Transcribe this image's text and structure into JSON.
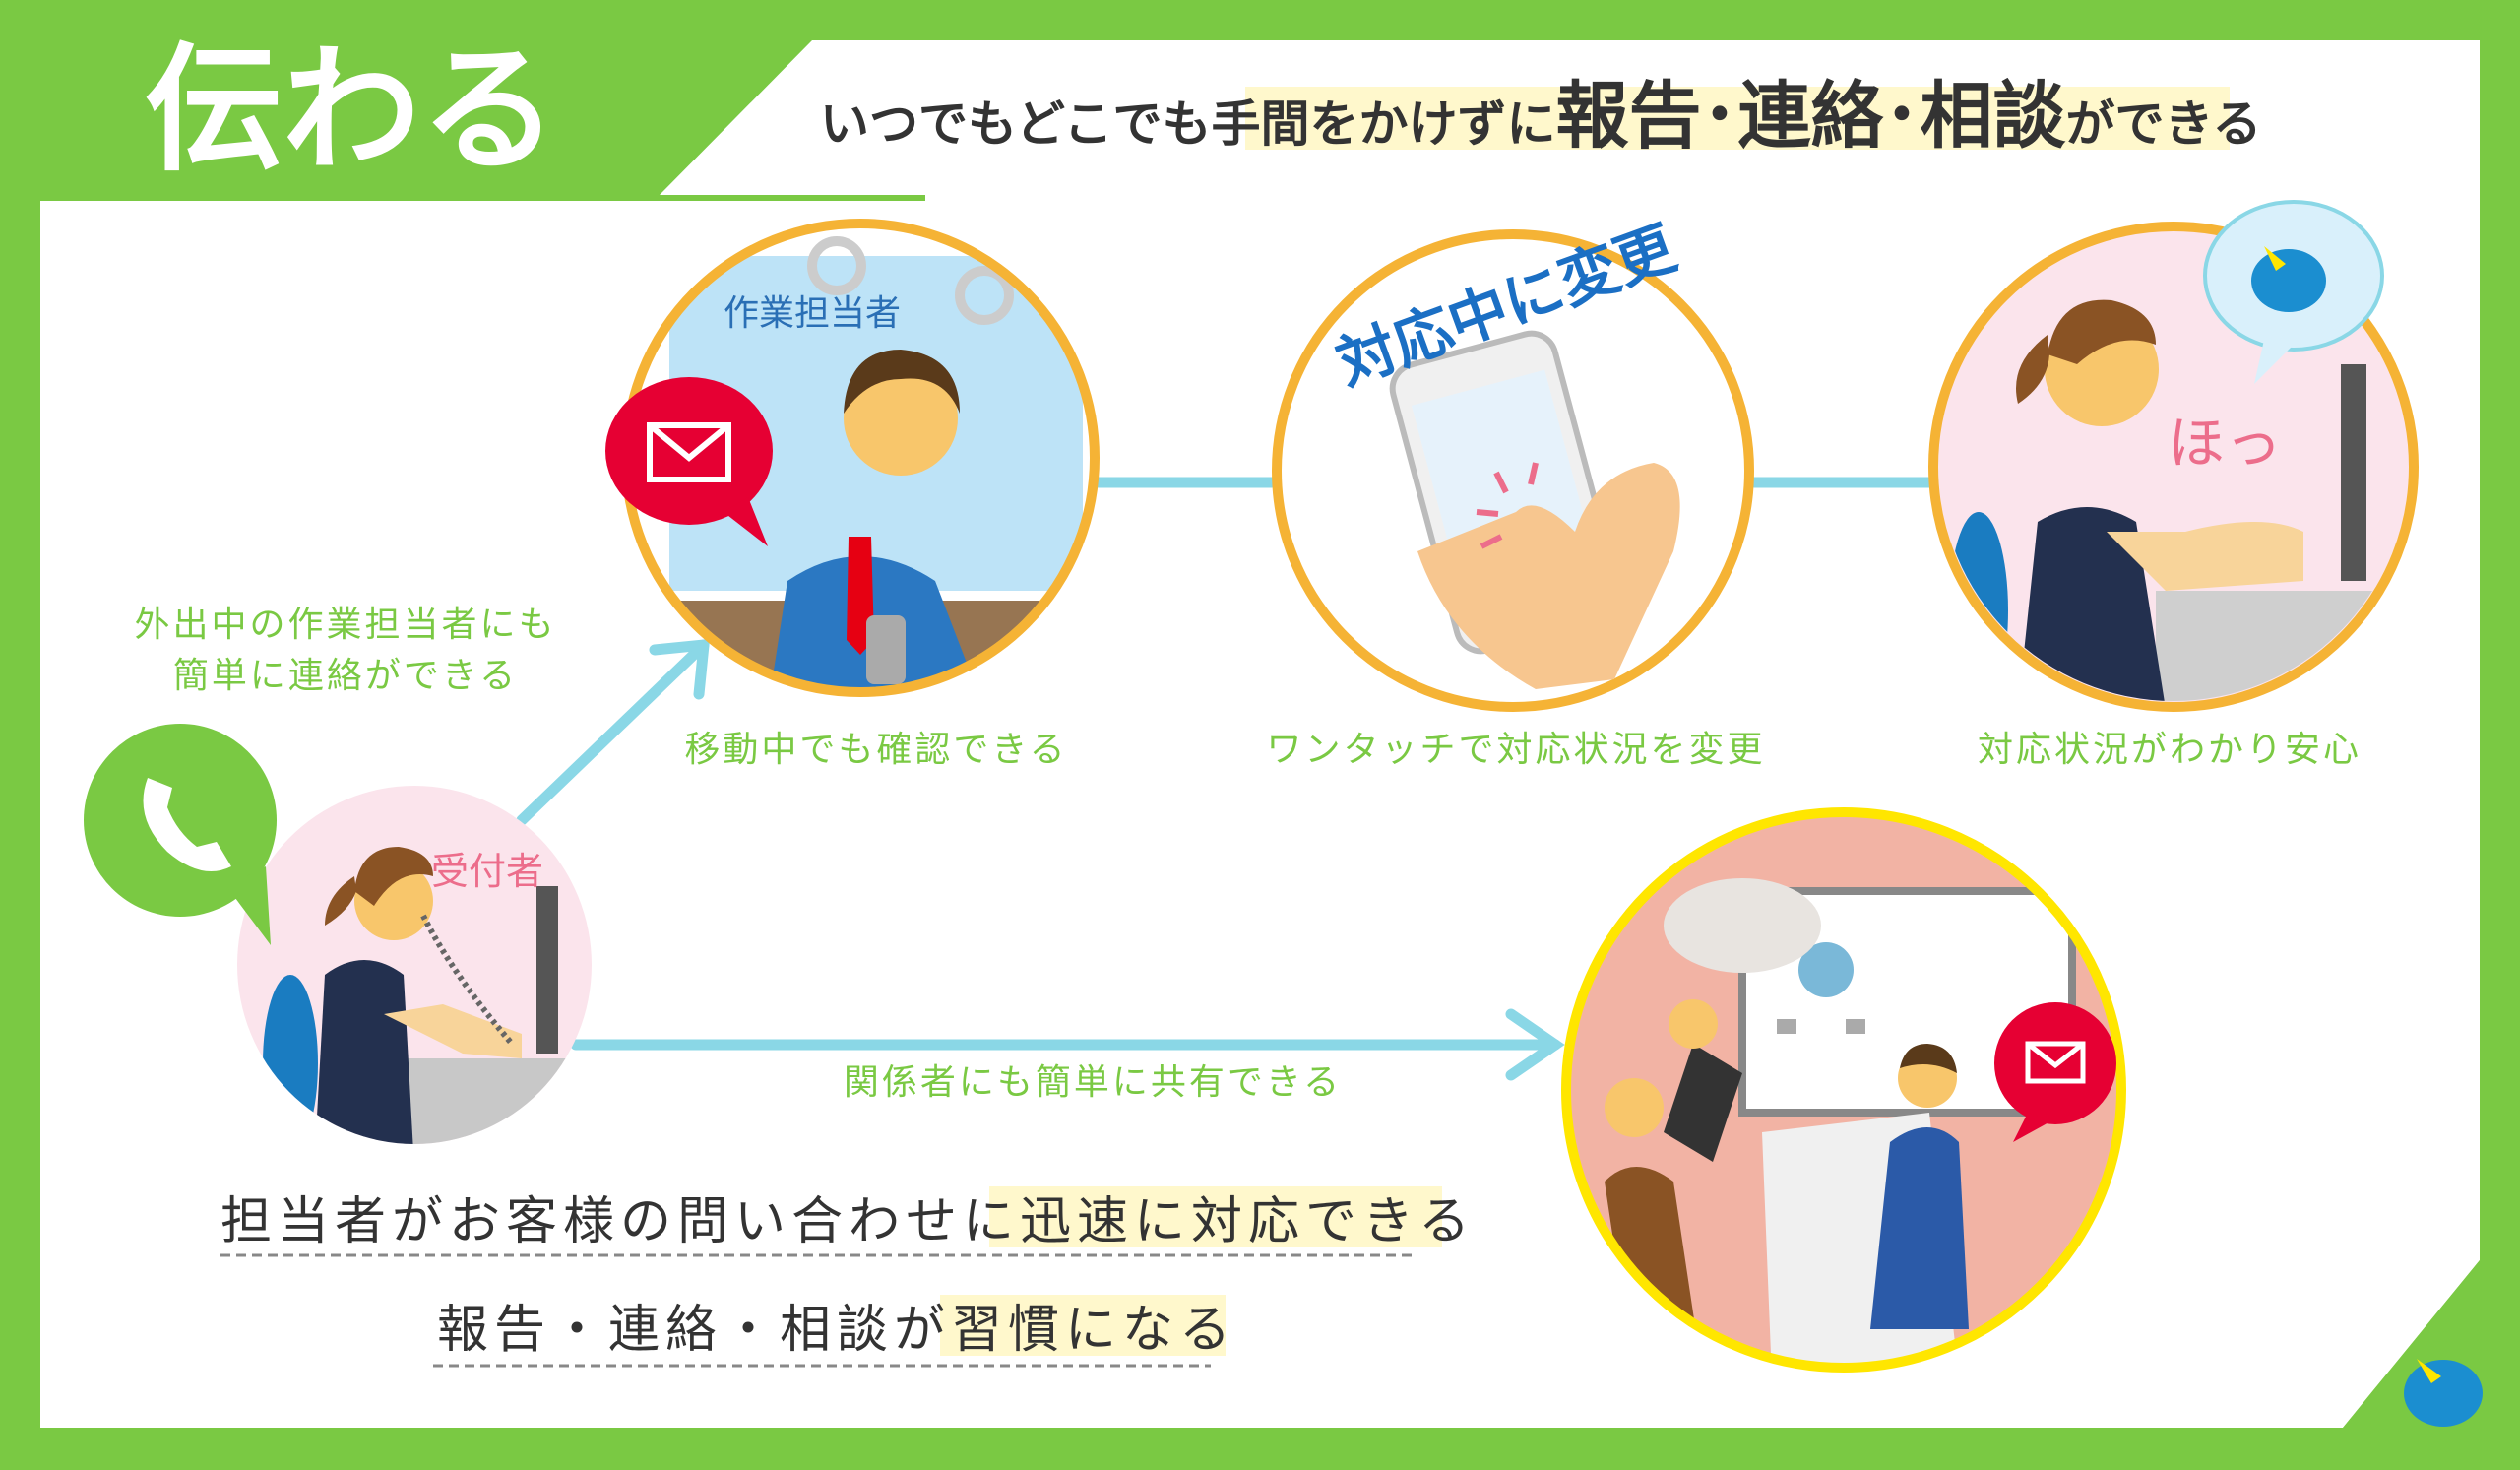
{
  "header": {
    "title": "伝わる",
    "headline_prefix": "いつでもどこでも",
    "headline_highlight": "手間をかけずに",
    "headline_bold": "報告･連絡･相談",
    "headline_suffix": "ができる"
  },
  "flow": {
    "receptionist_label": "受付者",
    "receptionist_note_line1": "外出中の作業担当者にも",
    "receptionist_note_line2": "簡単に連絡ができる",
    "worker_label": "作業担当者",
    "step1_caption": "移動中でも確認できる",
    "step2_badge": "対応中に変更",
    "step2_caption": "ワンタッチで対応状況を変更",
    "step3_exclaim": "ほっ",
    "step3_caption": "対応状況がわかり安心",
    "share_caption": "関係者にも簡単に共有できる"
  },
  "benefits": [
    {
      "plain": "担当者がお客様の問い合わせに",
      "highlight": "迅速に対応できる"
    },
    {
      "plain": "報告・連絡・相談が",
      "highlight": "習慣になる"
    }
  ],
  "colors": {
    "brand_green": "#7ac943",
    "circle_orange": "#f5b335",
    "circle_yellow": "#ffe600",
    "arrow_blue": "#8ad7e6",
    "highlight": "#fff8cc",
    "mail_red": "#e60033",
    "pink": "#ec6d8b"
  }
}
